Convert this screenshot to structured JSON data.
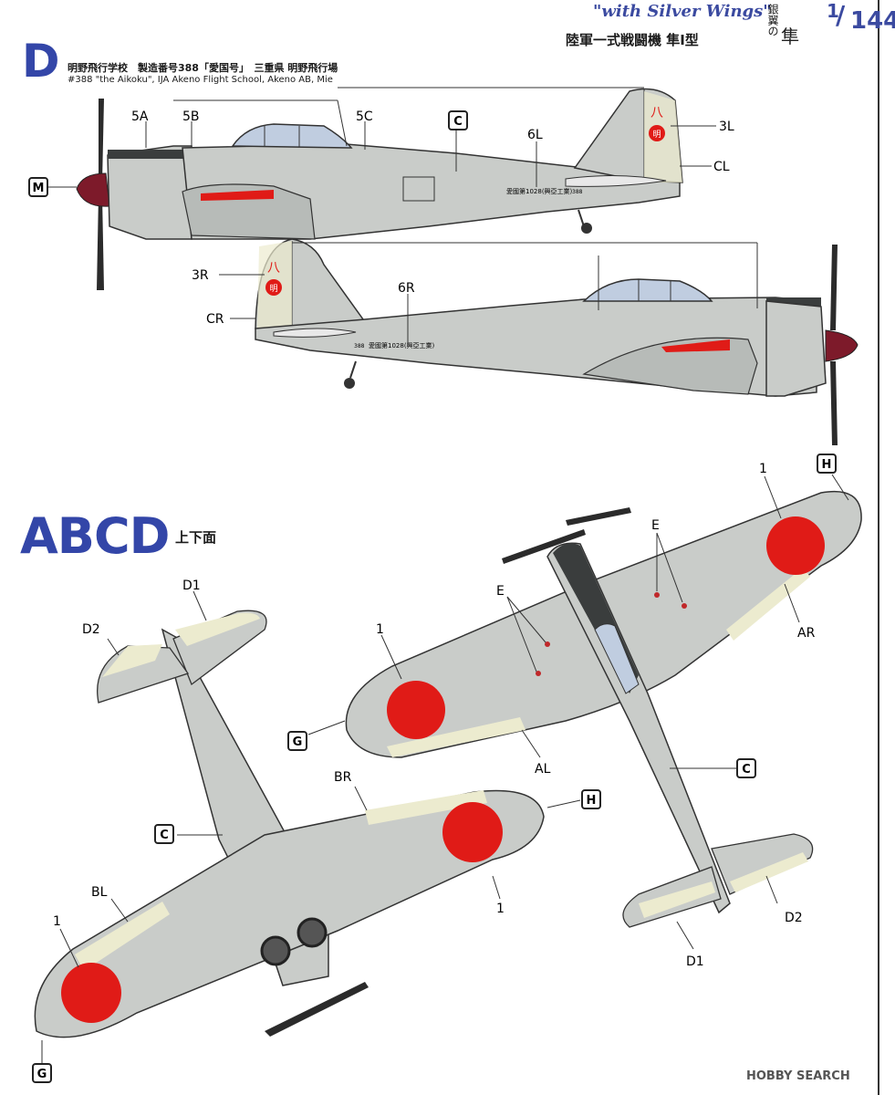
{
  "header": {
    "series": "\"with Silver Wings\"",
    "kanji_small": "銀翼の",
    "kanji_large": "隼",
    "scale_num": "1",
    "scale_den": "144",
    "title": "陸軍一式戦闘機 隼I型"
  },
  "profile": {
    "letter": "D",
    "desc_ja": "明野飛行学校　製造番号388「愛国号」　三重県 明野飛行場",
    "desc_en": "#388 \"the Aikoku\", IJA Akeno Flight School, Akeno AB, Mie",
    "fuselage_text": "愛國第1028(興亞工業)",
    "serial": "388",
    "tail_char": "八",
    "tail_emblem": "明"
  },
  "plan": {
    "letter": "ABCD",
    "subtitle": "上下面"
  },
  "callouts": {
    "M": "M",
    "C": "C",
    "G": "G",
    "H": "H",
    "5A": "5A",
    "5B": "5B",
    "5C": "5C",
    "6L": "6L",
    "6R": "6R",
    "3L": "3L",
    "3R": "3R",
    "CL": "CL",
    "CR": "CR",
    "one": "1",
    "E": "E",
    "AR": "AR",
    "AL": "AL",
    "BR": "BR",
    "BL": "BL",
    "D1": "D1",
    "D2": "D2"
  },
  "colors": {
    "airframe": "#c9ccc9",
    "hinomaru": "#e01b17",
    "antiglare": "#3a3d3d",
    "accent_blue": "#3346a8",
    "yellow_id": "#ecebcf"
  },
  "footer": "HOBBY SEARCH"
}
